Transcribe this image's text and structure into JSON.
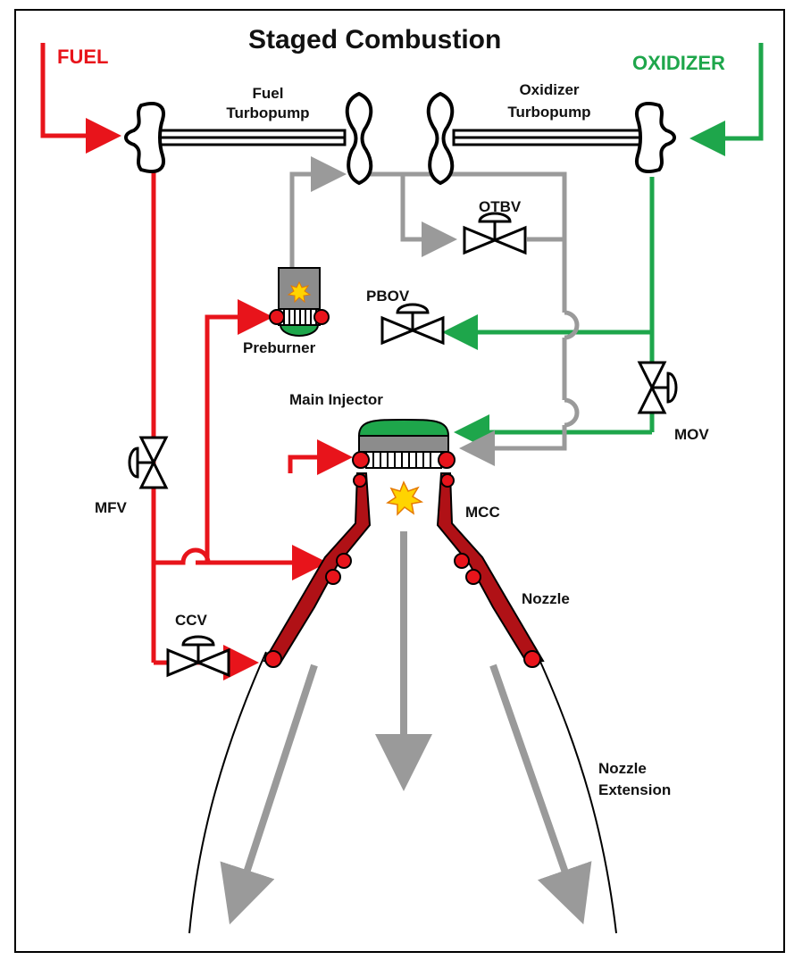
{
  "title": "Staged Combustion",
  "inputs": {
    "fuel": "FUEL",
    "oxidizer": "OXIDIZER"
  },
  "components": {
    "fuel_turbopump": [
      "Fuel",
      "Turbopump"
    ],
    "oxidizer_turbopump": [
      "Oxidizer",
      "Turbopump"
    ],
    "preburner": "Preburner",
    "main_injector": "Main Injector",
    "mcc": "MCC",
    "nozzle": "Nozzle",
    "nozzle_extension": [
      "Nozzle",
      "Extension"
    ]
  },
  "valves": {
    "otbv": "OTBV",
    "pbov": "PBOV",
    "mov": "MOV",
    "mfv": "MFV",
    "ccv": "CCV"
  },
  "colors": {
    "fuel": "#e8141b",
    "oxidizer": "#1ea64b",
    "gas": "#9a9a9a",
    "chamber": "#b01116",
    "ignition": "#ffd400"
  }
}
